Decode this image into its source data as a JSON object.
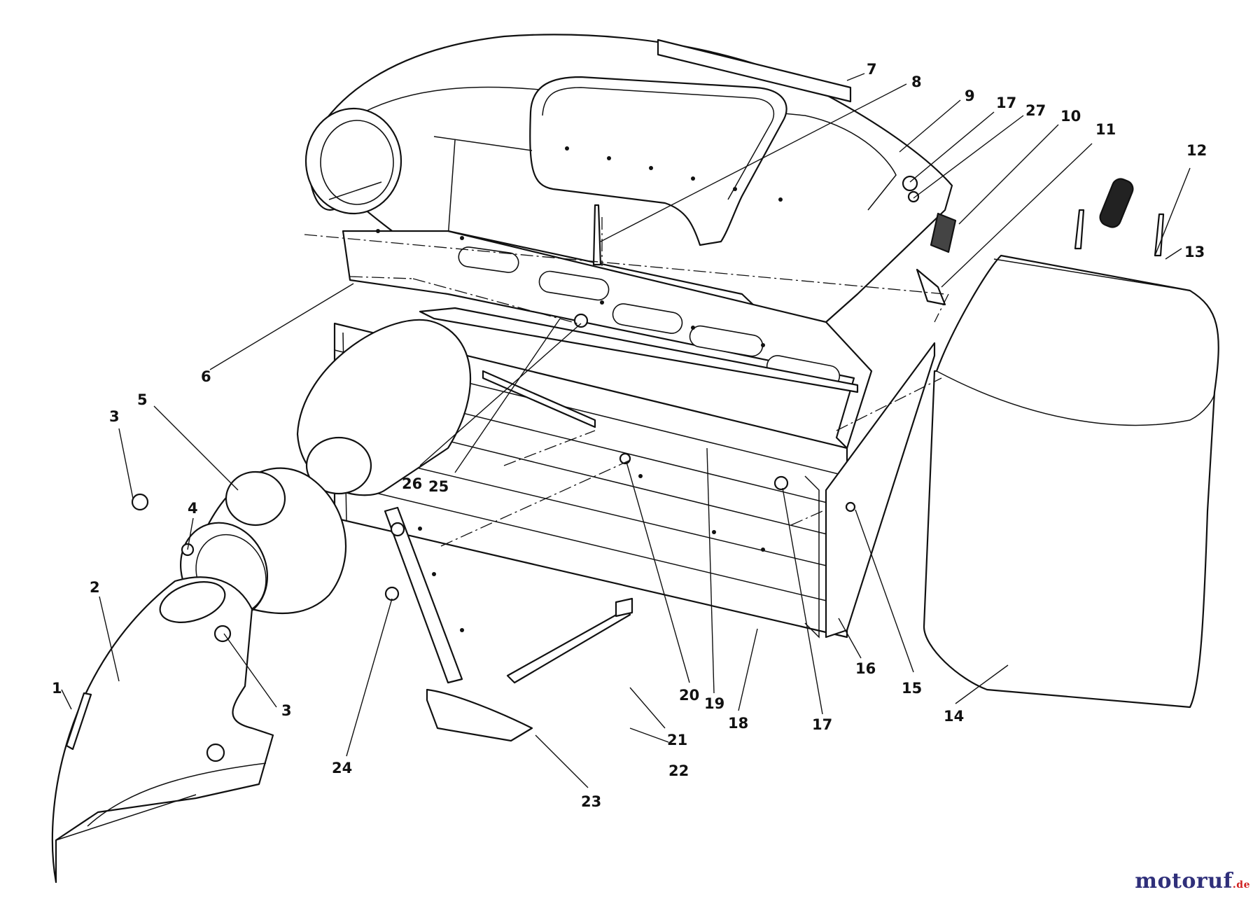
{
  "callouts": [
    {
      "id": "p1",
      "label": "1"
    },
    {
      "id": "p2",
      "label": "2"
    },
    {
      "id": "p3a",
      "label": "3"
    },
    {
      "id": "p3b",
      "label": "3"
    },
    {
      "id": "p4",
      "label": "4"
    },
    {
      "id": "p5",
      "label": "5"
    },
    {
      "id": "p6",
      "label": "6"
    },
    {
      "id": "p7",
      "label": "7"
    },
    {
      "id": "p8",
      "label": "8"
    },
    {
      "id": "p9",
      "label": "9"
    },
    {
      "id": "p10",
      "label": "10"
    },
    {
      "id": "p11",
      "label": "11"
    },
    {
      "id": "p12",
      "label": "12"
    },
    {
      "id": "p13",
      "label": "13"
    },
    {
      "id": "p14",
      "label": "14"
    },
    {
      "id": "p15",
      "label": "15"
    },
    {
      "id": "p16",
      "label": "16"
    },
    {
      "id": "p17a",
      "label": "17"
    },
    {
      "id": "p17b",
      "label": "17"
    },
    {
      "id": "p18",
      "label": "18"
    },
    {
      "id": "p19",
      "label": "19"
    },
    {
      "id": "p20",
      "label": "20"
    },
    {
      "id": "p21",
      "label": "21"
    },
    {
      "id": "p22",
      "label": "22"
    },
    {
      "id": "p23",
      "label": "23"
    },
    {
      "id": "p24",
      "label": "24"
    },
    {
      "id": "p25",
      "label": "25"
    },
    {
      "id": "p26",
      "label": "26"
    },
    {
      "id": "p27",
      "label": "27"
    }
  ],
  "watermark": {
    "brand": "motoruf",
    "tld": ".de"
  }
}
